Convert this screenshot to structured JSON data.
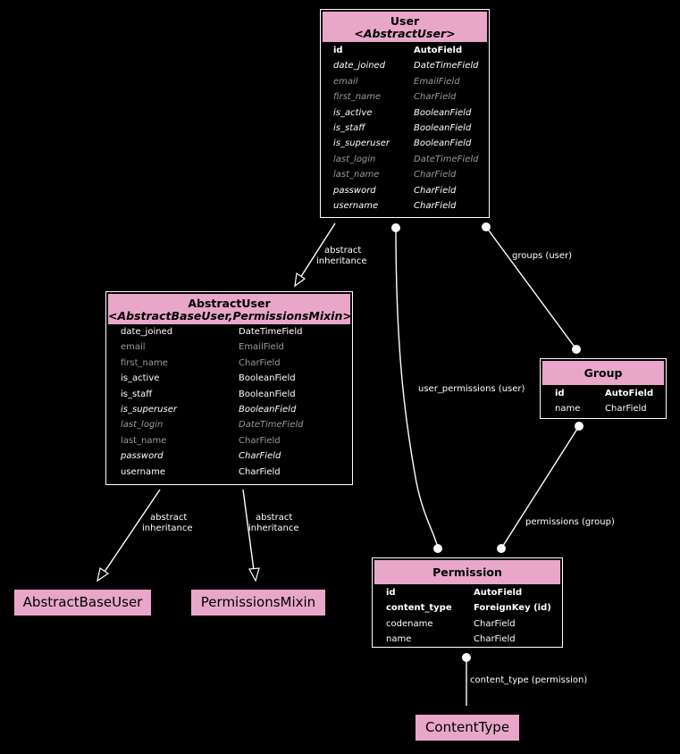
{
  "models": {
    "user": {
      "name": "User",
      "parents": "<AbstractUser>",
      "fields": [
        {
          "name": "id",
          "type": "AutoField",
          "style": "bold"
        },
        {
          "name": "date_joined",
          "type": "DateTimeField",
          "style": "italic"
        },
        {
          "name": "email",
          "type": "EmailField",
          "style": "italic-grey"
        },
        {
          "name": "first_name",
          "type": "CharField",
          "style": "italic-grey"
        },
        {
          "name": "is_active",
          "type": "BooleanField",
          "style": "italic"
        },
        {
          "name": "is_staff",
          "type": "BooleanField",
          "style": "italic"
        },
        {
          "name": "is_superuser",
          "type": "BooleanField",
          "style": "italic"
        },
        {
          "name": "last_login",
          "type": "DateTimeField",
          "style": "italic-grey"
        },
        {
          "name": "last_name",
          "type": "CharField",
          "style": "italic-grey"
        },
        {
          "name": "password",
          "type": "CharField",
          "style": "italic"
        },
        {
          "name": "username",
          "type": "CharField",
          "style": "italic"
        }
      ]
    },
    "abstract_user": {
      "name": "AbstractUser",
      "parents": "<AbstractBaseUser,PermissionsMixin>",
      "fields": [
        {
          "name": "date_joined",
          "type": "DateTimeField",
          "style": "normal"
        },
        {
          "name": "email",
          "type": "EmailField",
          "style": "grey"
        },
        {
          "name": "first_name",
          "type": "CharField",
          "style": "grey"
        },
        {
          "name": "is_active",
          "type": "BooleanField",
          "style": "normal"
        },
        {
          "name": "is_staff",
          "type": "BooleanField",
          "style": "normal"
        },
        {
          "name": "is_superuser",
          "type": "BooleanField",
          "style": "italic"
        },
        {
          "name": "last_login",
          "type": "DateTimeField",
          "style": "italic-grey"
        },
        {
          "name": "last_name",
          "type": "CharField",
          "style": "grey"
        },
        {
          "name": "password",
          "type": "CharField",
          "style": "italic"
        },
        {
          "name": "username",
          "type": "CharField",
          "style": "normal"
        }
      ]
    },
    "group": {
      "name": "Group",
      "fields": [
        {
          "name": "id",
          "type": "AutoField",
          "style": "bold"
        },
        {
          "name": "name",
          "type": "CharField",
          "style": "normal"
        }
      ]
    },
    "permission": {
      "name": "Permission",
      "fields": [
        {
          "name": "id",
          "type": "AutoField",
          "style": "bold"
        },
        {
          "name": "content_type",
          "type": "ForeignKey (id)",
          "style": "bold"
        },
        {
          "name": "codename",
          "type": "CharField",
          "style": "normal"
        },
        {
          "name": "name",
          "type": "CharField",
          "style": "normal"
        }
      ]
    }
  },
  "external_models": {
    "abstract_base_user": "AbstractBaseUser",
    "permissions_mixin": "PermissionsMixin",
    "content_type": "ContentType"
  },
  "edge_labels": {
    "user_inherit_1": "abstract",
    "user_inherit_2": "inheritance",
    "base_inherit_1": "abstract",
    "base_inherit_2": "inheritance",
    "mixin_inherit_1": "abstract",
    "mixin_inherit_2": "inheritance",
    "groups": "groups (user)",
    "user_permissions": "user_permissions (user)",
    "permissions": "permissions (group)",
    "content_type": "content_type (permission)"
  },
  "colors": {
    "header_fill": "#e8a7c8",
    "background": "#000000",
    "line": "#ffffff",
    "inherited_text": "#9a9a9a"
  }
}
